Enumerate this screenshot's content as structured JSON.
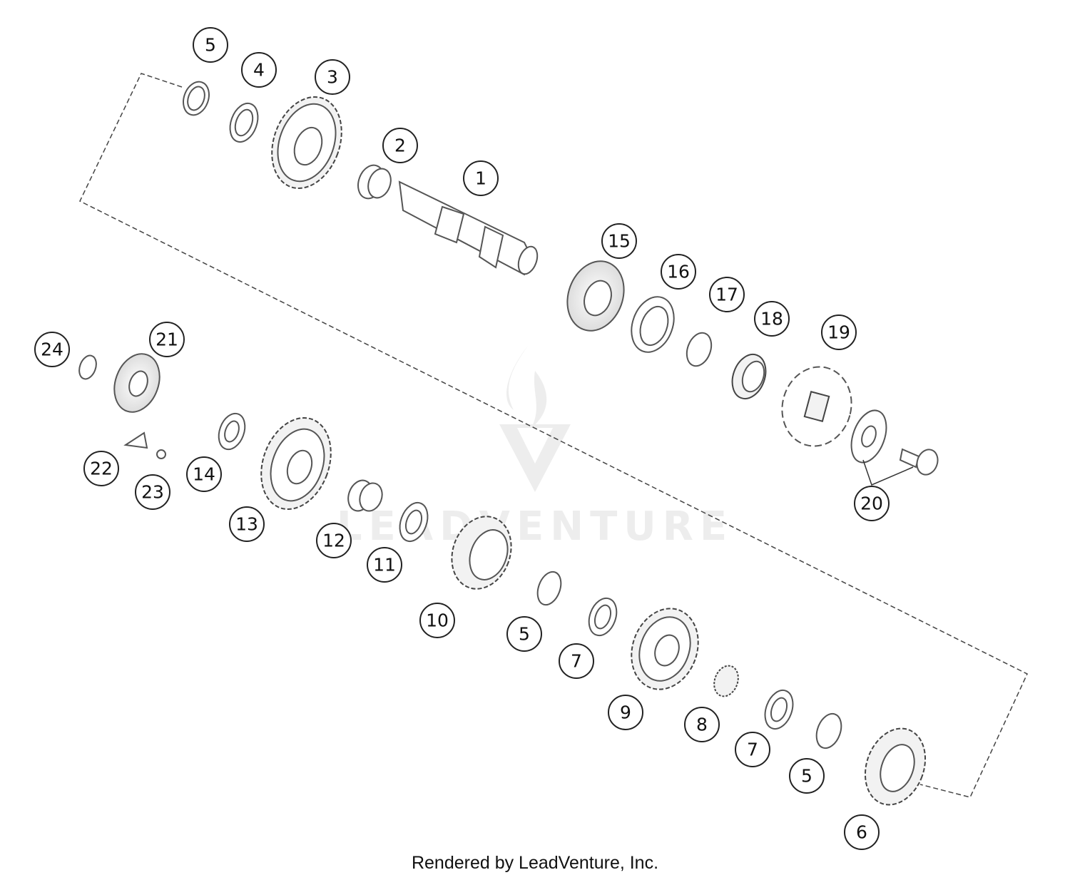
{
  "watermark": "LEADVENTURE",
  "footer": "Rendered by LeadVenture, Inc.",
  "callouts": [
    {
      "label": "5"
    },
    {
      "label": "4"
    },
    {
      "label": "3"
    },
    {
      "label": "2"
    },
    {
      "label": "1"
    },
    {
      "label": "15"
    },
    {
      "label": "16"
    },
    {
      "label": "17"
    },
    {
      "label": "18"
    },
    {
      "label": "19"
    },
    {
      "label": "24"
    },
    {
      "label": "21"
    },
    {
      "label": "22"
    },
    {
      "label": "23"
    },
    {
      "label": "14"
    },
    {
      "label": "13"
    },
    {
      "label": "12"
    },
    {
      "label": "11"
    },
    {
      "label": "10"
    },
    {
      "label": "5"
    },
    {
      "label": "7"
    },
    {
      "label": "9"
    },
    {
      "label": "8"
    },
    {
      "label": "7"
    },
    {
      "label": "5"
    },
    {
      "label": "6"
    },
    {
      "label": "20"
    }
  ]
}
